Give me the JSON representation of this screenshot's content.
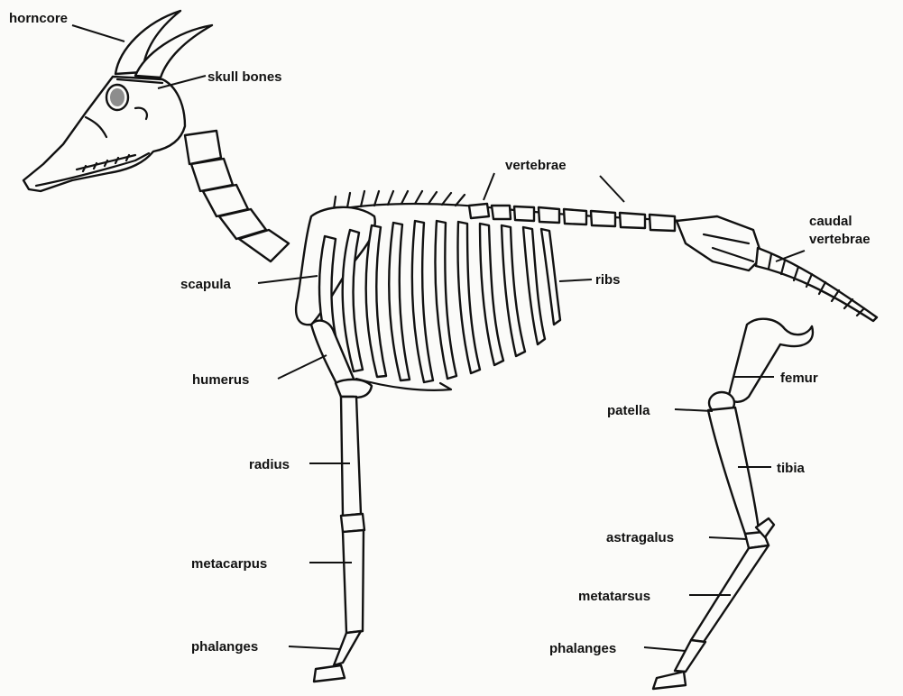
{
  "colors": {
    "background": "#fbfbf9",
    "ink": "#111111"
  },
  "labels": {
    "horncore": "horncore",
    "skull_bones": "skull bones",
    "vertebrae": "vertebrae",
    "caudal_line1": "caudal",
    "caudal_line2": "vertebrae",
    "scapula": "scapula",
    "ribs": "ribs",
    "humerus": "humerus",
    "femur": "femur",
    "patella": "patella",
    "radius": "radius",
    "tibia": "tibia",
    "astragalus": "astragalus",
    "metacarpus": "metacarpus",
    "metatarsus": "metatarsus",
    "phalanges_fore": "phalanges",
    "phalanges_hind": "phalanges"
  }
}
